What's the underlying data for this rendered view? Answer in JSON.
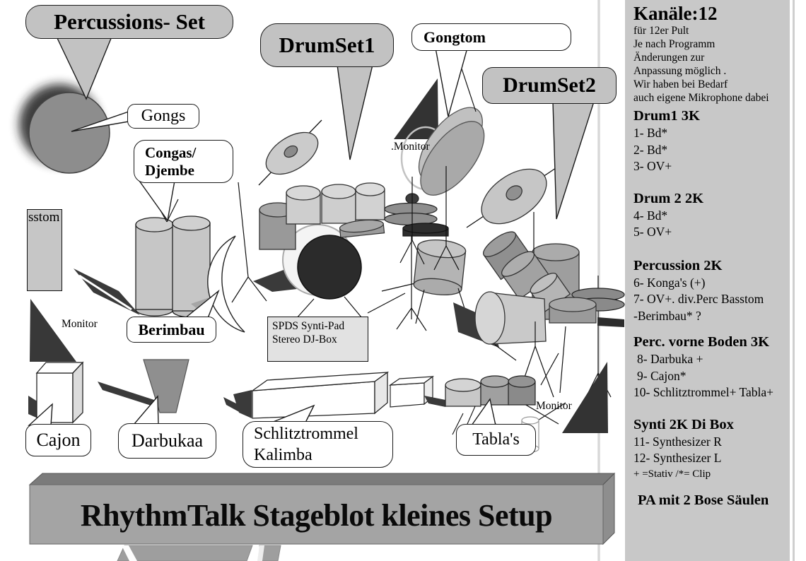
{
  "callouts": {
    "percussions_set": "Percussions- Set",
    "drumset1": "DrumSet1",
    "gongtom": "Gongtom",
    "drumset2": "DrumSet2",
    "gongs": "Gongs",
    "congas_line1": "Congas/",
    "congas_line2": "Djembe",
    "berimbau": "Berimbau",
    "cajon": "Cajon",
    "darbukaa": "Darbukaa",
    "schlitztrommel_line1": "Schlitztrommel",
    "schlitztrommel_line2": "Kalimba",
    "tablas": "Tabla's"
  },
  "labels": {
    "basstom_partial": "sstom",
    "monitor_left": "Monitor",
    "monitor_center": ".Monitor",
    "monitor_right": "Monitor",
    "spds_line1": "SPDS Synti-Pad",
    "spds_line2": "Stereo DJ-Box"
  },
  "sidebar": {
    "title": "Kanäle:12",
    "intro": [
      "für 12er Pult",
      "Je nach Programm",
      "Änderungen zur",
      "Anpassung möglich .",
      "Wir haben bei Bedarf",
      "auch eigene Mikrophone dabei"
    ],
    "sections": [
      {
        "heading": "Drum1 3K",
        "items": [
          "1- Bd*",
          "2- Bd*",
          "3- OV+"
        ]
      },
      {
        "heading": "Drum 2  2K",
        "items": [
          "4- Bd*",
          "5- OV+"
        ]
      },
      {
        "heading": "Percussion 2K",
        "items": [
          "6- Konga's (+)",
          "7- OV+. div.Perc Basstom",
          "-Berimbau* ?"
        ]
      },
      {
        "heading": "Perc. vorne Boden 3K",
        "items": [
          "8- Darbuka +",
          "9- Cajon*",
          "10- Schlitztrommel+ Tabla+"
        ]
      },
      {
        "heading": "Synti 2K Di Box",
        "items": [
          "11- Synthesizer R",
          "12- Synthesizer L",
          "+ =Stativ /*= Clip"
        ]
      }
    ],
    "footer": "PA mit 2 Bose Säulen"
  },
  "title_bar": {
    "text": "RhythmTalk Stageblot kleines Setup"
  },
  "colors": {
    "bubble_gray": "#c2c2c2",
    "sidebar_bg": "#c8c8c8",
    "monitor_dark": "#383838",
    "gong": "#8d8d8d",
    "bass_drum": "#2b2b2b"
  }
}
